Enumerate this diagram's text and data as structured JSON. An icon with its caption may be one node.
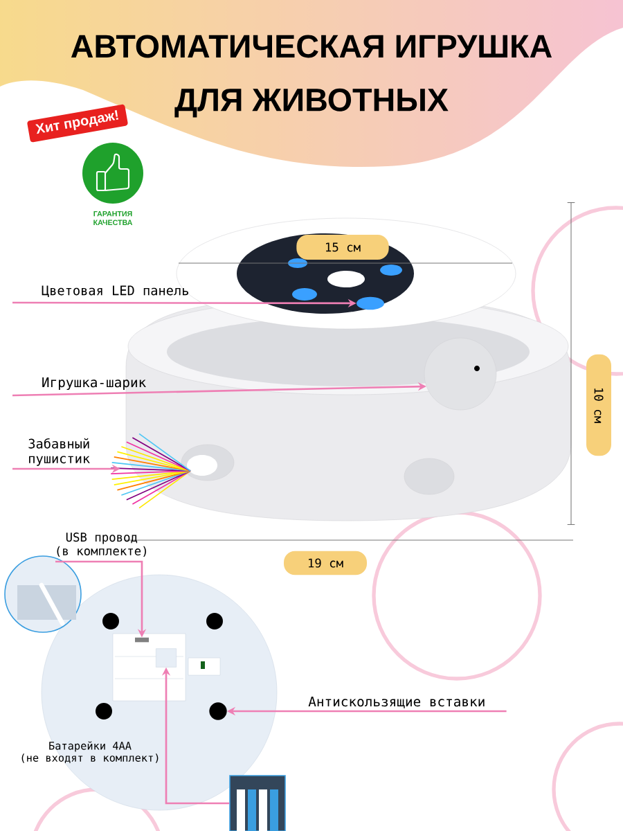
{
  "diagram": {
    "title": "АВТОМАТИЧЕСКАЯ ИГРУШКА ДЛЯ ЖИВОТНЫХ",
    "nodes": [
      {
        "text": [
          "Хит продаж!"
        ]
      },
      {
        "text": [
          "ГАРАНТИЯ КАЧЕСТВА"
        ]
      },
      {
        "text": [
          "15 см"
        ]
      },
      {
        "text": [
          "Цветовая LED панель"
        ]
      },
      {
        "text": [
          "Игрушка-шарик"
        ]
      },
      {
        "text": [
          "10 см"
        ]
      },
      {
        "text": [
          "Забавный пушистик"
        ]
      },
      {
        "text": [
          "USB провод",
          "(в комплекте)"
        ]
      },
      {
        "text": [
          "19 см"
        ]
      },
      {
        "text": [
          "Антискользящие вставки"
        ]
      },
      {
        "text": [],
        "shape": "circle"
      },
      {
        "text": [],
        "shape": "circle"
      },
      {
        "text": [],
        "shape": "picture"
      },
      {
        "text": [],
        "shape": "box"
      },
      {
        "text": [],
        "shape": "circle"
      },
      {
        "text": [],
        "shape": "picture"
      },
      {
        "text": [],
        "shape": "box"
      }
    ],
    "edges": [
      {
        "from": 3,
        "to": 10,
        "arrow": "to"
      },
      {
        "from": 4,
        "to": 11,
        "arrow": "to"
      },
      {
        "from": 6,
        "to": 12,
        "arrow": "to"
      },
      {
        "from": 7,
        "to": 13,
        "arrow": "to"
      },
      {
        "from": 9,
        "to": 14,
        "arrow": "to"
      },
      {
        "from": 15,
        "to": 16,
        "arrow": "to"
      }
    ],
    "labels": [
      "Батарейки 4AA",
      "(не входят в комплект)"
    ]
  }
}
